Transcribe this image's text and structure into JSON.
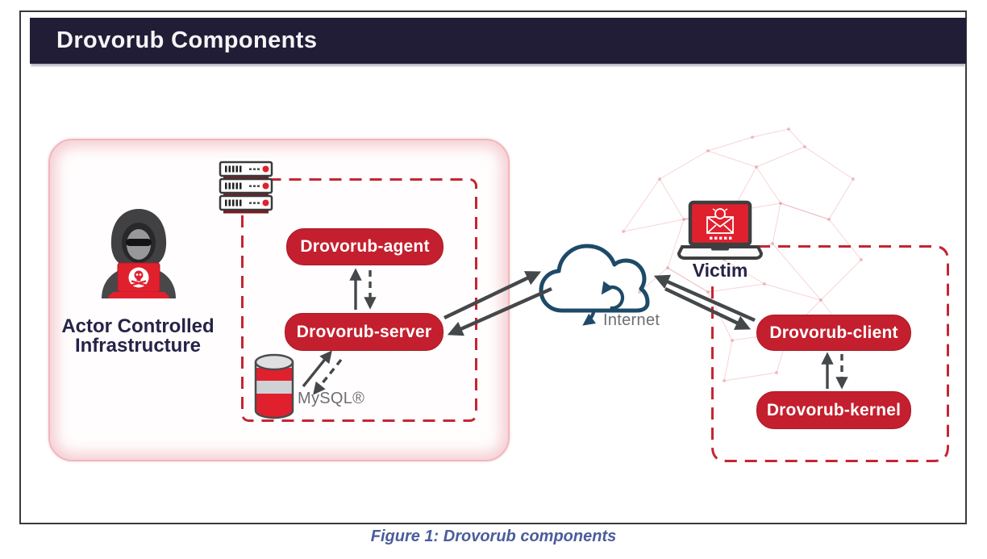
{
  "figure": {
    "title": "Drovorub Components",
    "caption": "Figure 1: Drovorub components"
  },
  "zones": {
    "actor": {
      "line1": "Actor Controlled",
      "line2": "Infrastructure"
    },
    "victim": {
      "label": "Victim"
    }
  },
  "nodes": {
    "agent": {
      "label": "Drovorub-agent"
    },
    "server": {
      "label": "Drovorub-server"
    },
    "client": {
      "label": "Drovorub-client"
    },
    "kernel": {
      "label": "Drovorub-kernel"
    },
    "mysql": {
      "label": "MySQL®"
    },
    "internet": {
      "label": "Internet"
    }
  },
  "icons": {
    "hacker": "hooded-hacker-laptop-icon",
    "servers": "server-rack-icon",
    "database": "mysql-database-icon",
    "cloud": "internet-cloud-icon",
    "laptop": "victim-phishing-laptop-icon",
    "mesh": "network-mesh-decoration"
  },
  "colors": {
    "title_bar": "#221d37",
    "accent_red": "#c41f2e",
    "bright_red": "#e1202e",
    "dashed_red": "#c32633",
    "pink_border": "#f0b6bd",
    "cloud_blue": "#1d4a68",
    "arrow_gray": "#45484a",
    "navy_text": "#252347",
    "gray_text": "#6e6e73",
    "caption_blue": "#4a5c9b"
  }
}
